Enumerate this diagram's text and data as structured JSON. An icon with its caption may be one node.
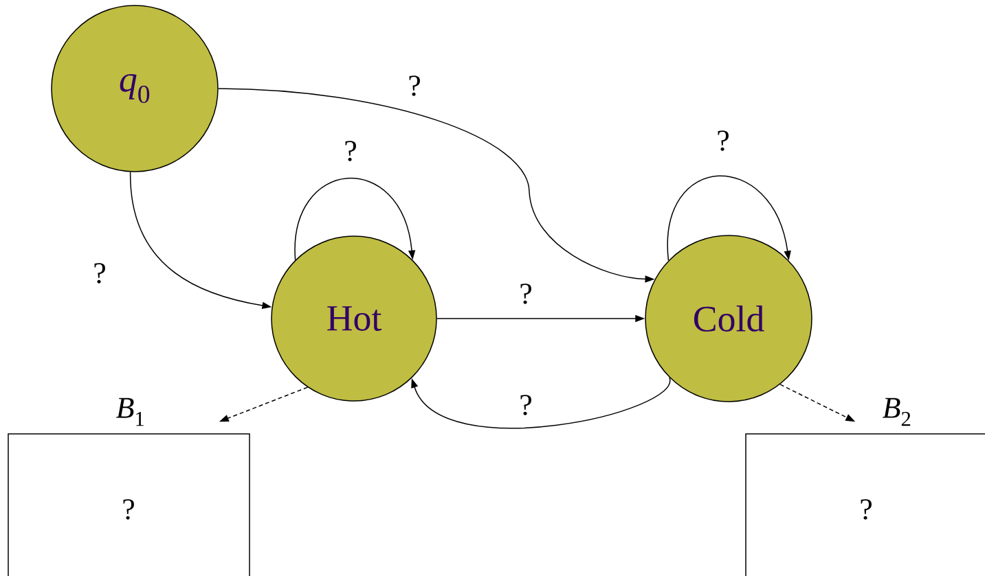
{
  "diagram": {
    "nodes": [
      {
        "text": [
          "*q*$_{0}$"
        ]
      },
      {
        "text": [
          "Hot"
        ]
      },
      {
        "text": [
          "Cold"
        ]
      },
      {
        "text": [
          "*B*$_{1}$",
          "?"
        ]
      },
      {
        "text": [
          "*B*$_{2}$",
          "?"
        ]
      }
    ],
    "edges": [
      {
        "from": 0,
        "to": 1,
        "arrow": "to",
        "label": "?"
      },
      {
        "from": 0,
        "to": 2,
        "arrow": "to",
        "label": "?"
      },
      {
        "from": 1,
        "to": 1,
        "arrow": "to",
        "label": "?"
      },
      {
        "from": 1,
        "to": 2,
        "arrow": "to",
        "label": "?"
      },
      {
        "from": 2,
        "to": 2,
        "arrow": "to",
        "label": "?"
      },
      {
        "from": 2,
        "to": 1,
        "arrow": "to",
        "label": "?"
      },
      {
        "from": 1,
        "to": 3,
        "arrow": "to",
        "style": "dashed"
      },
      {
        "from": 2,
        "to": 4,
        "arrow": "to",
        "style": "dashed"
      }
    ]
  }
}
